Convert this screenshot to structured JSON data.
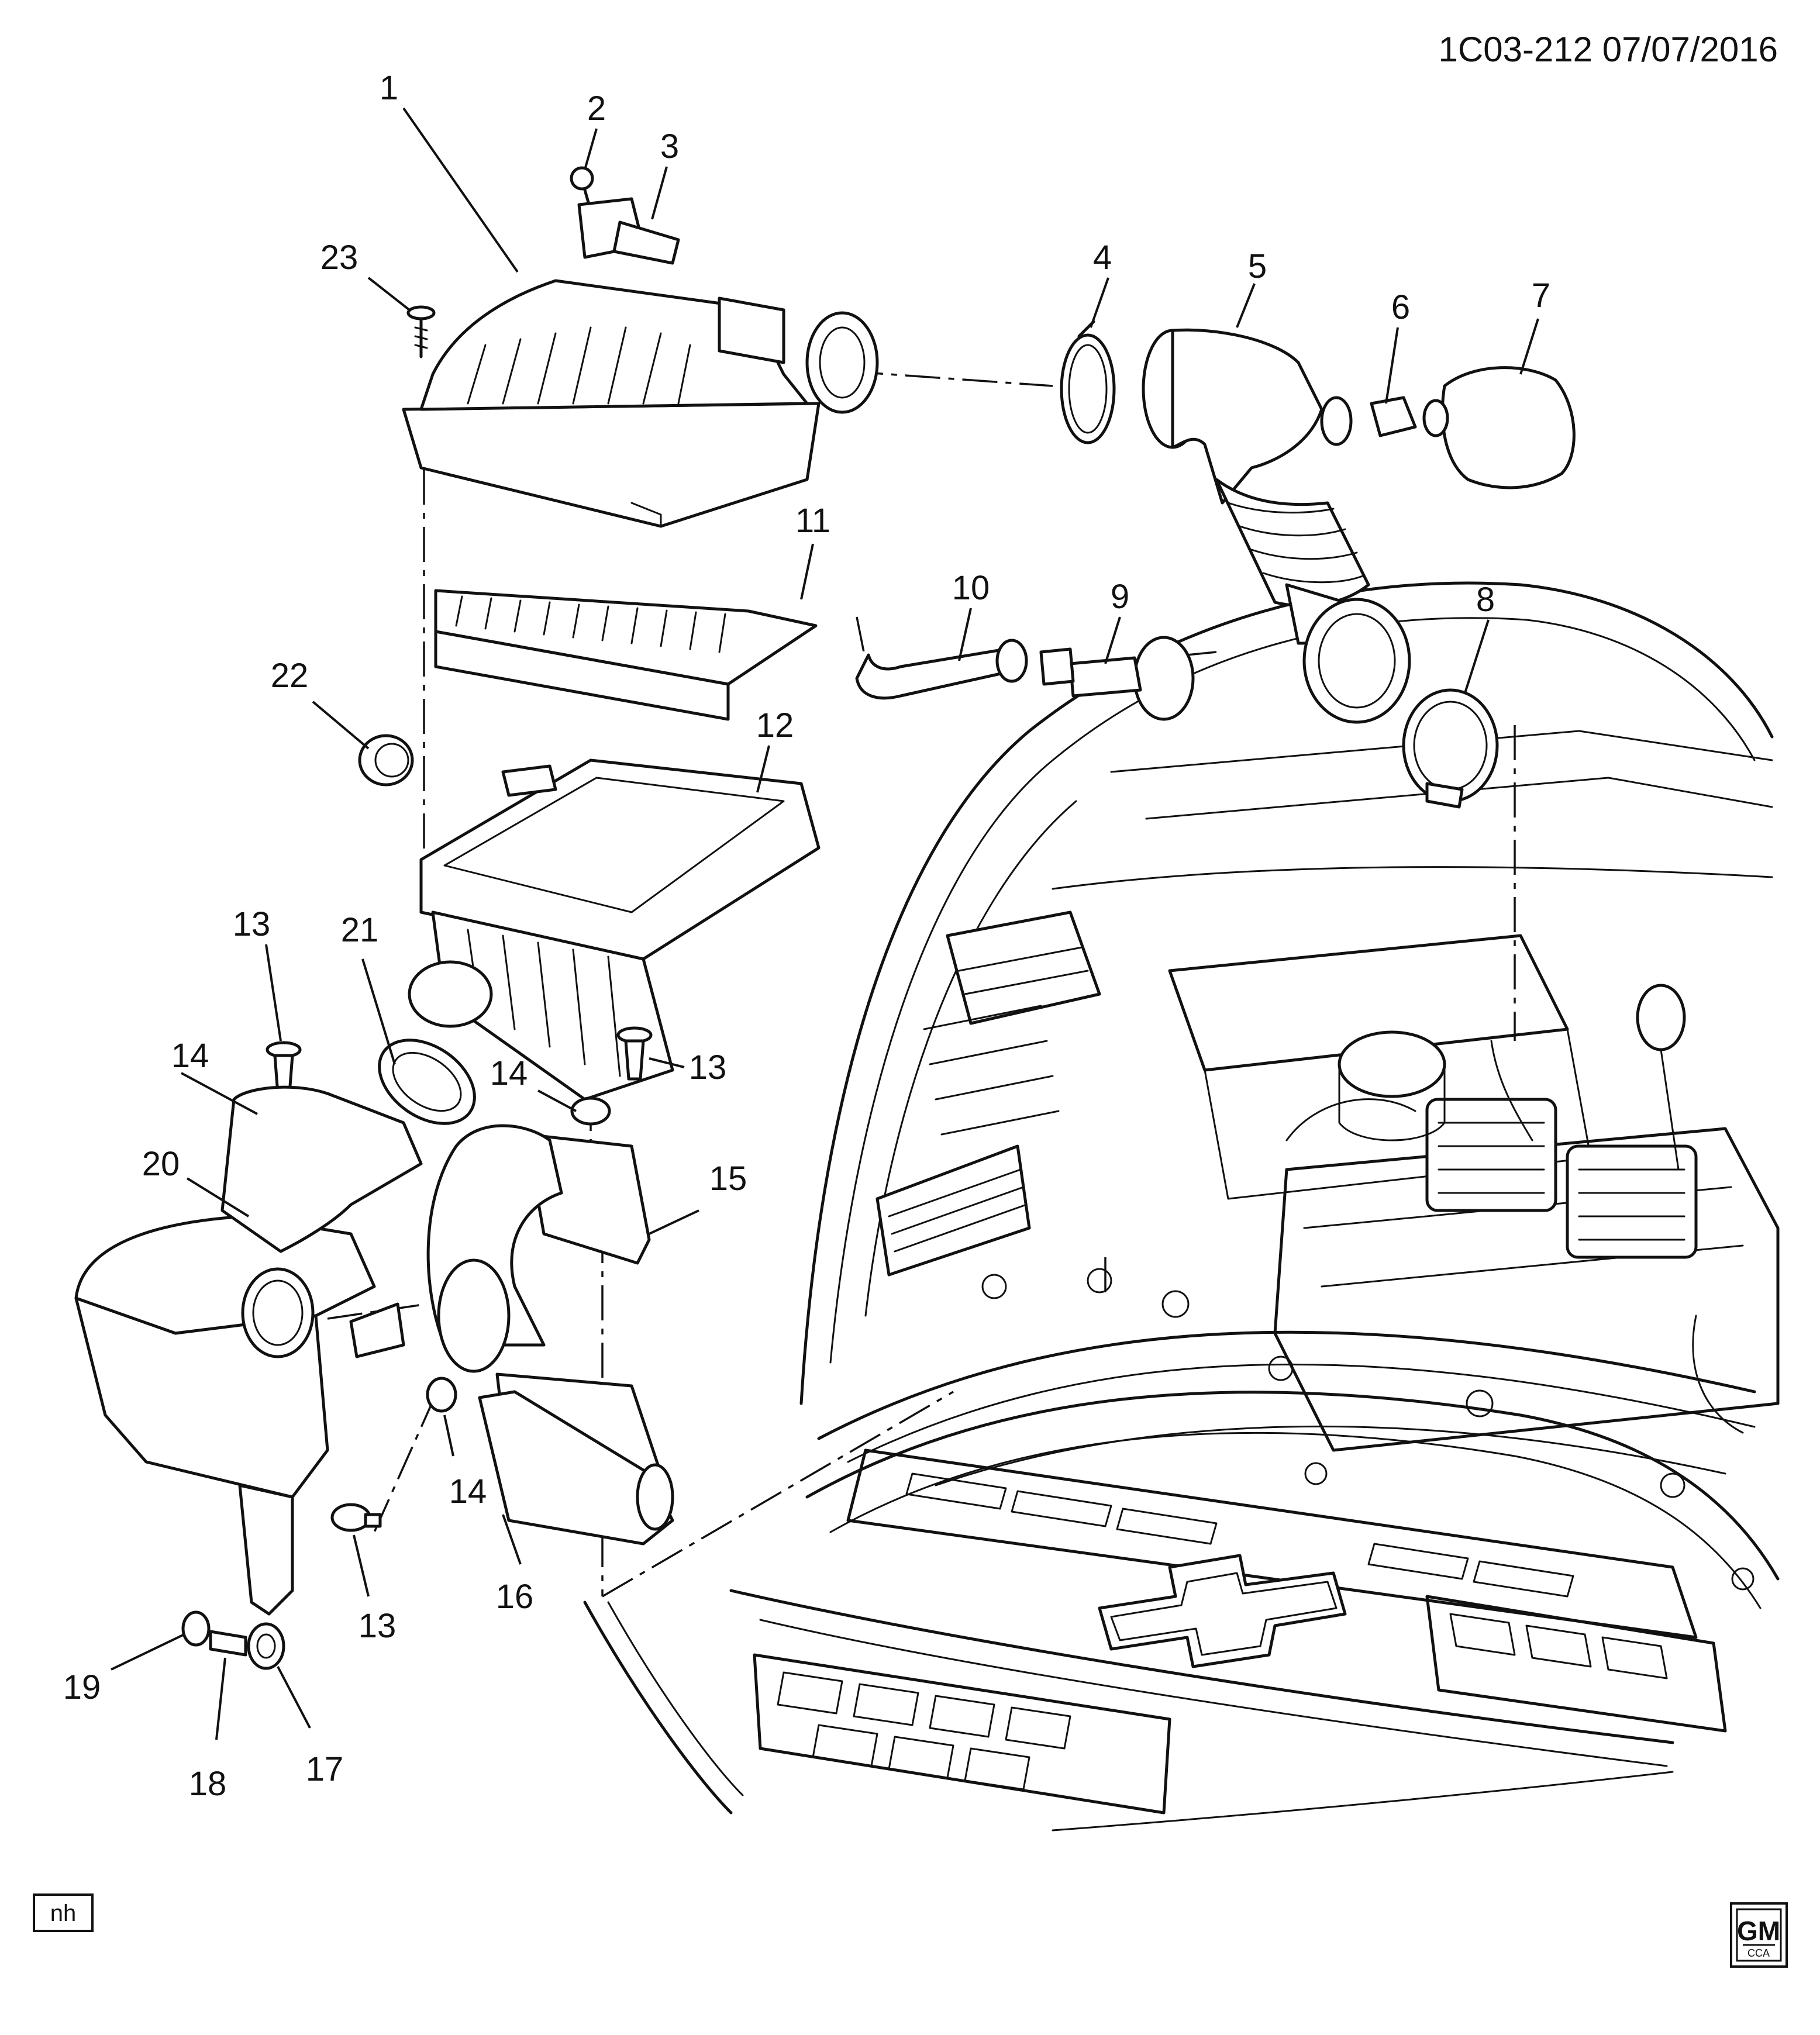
{
  "reference": "1C03-212 07/07/2016",
  "illustrator_tag": "nh",
  "logo": {
    "mark": "GM",
    "sub": "CCA"
  },
  "callouts": [
    "1",
    "2",
    "3",
    "4",
    "5",
    "6",
    "7",
    "8",
    "9",
    "10",
    "11",
    "12",
    "13",
    "13",
    "13",
    "14",
    "14",
    "14",
    "15",
    "16",
    "17",
    "18",
    "19",
    "20",
    "21",
    "22",
    "23"
  ]
}
